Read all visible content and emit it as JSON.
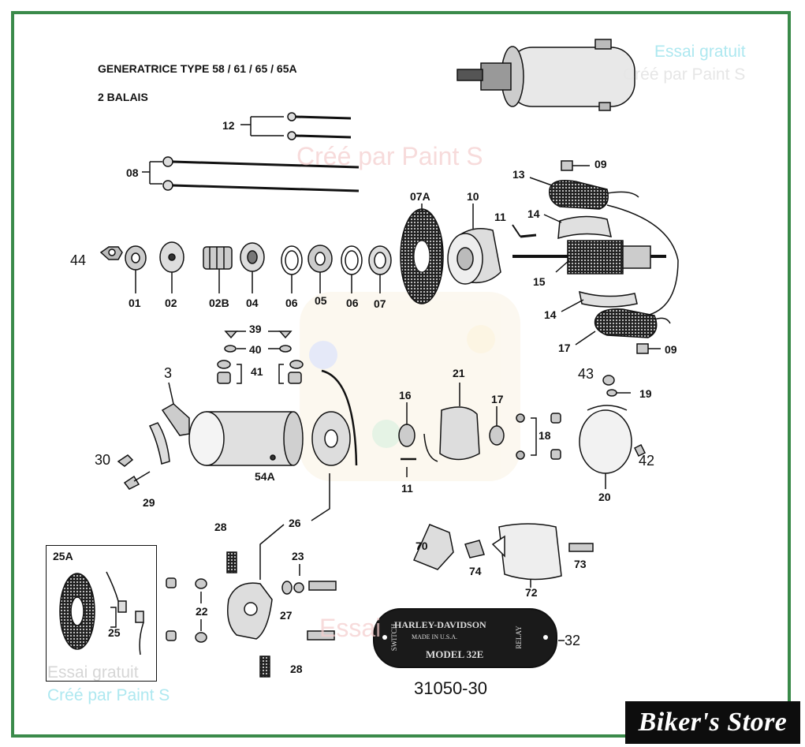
{
  "title": "GENERATRICE TYPE 58 / 61 / 65 / 65A",
  "subtitle": "2 BALAIS",
  "watermarks": {
    "essai": "Essai gratuit",
    "cree": "Créé par Paint S",
    "essai_short": "Essai"
  },
  "inset_label": "25A",
  "brand": "Biker's Store",
  "part_number": "31050-30",
  "plate": {
    "line1": "HARLEY-DAVIDSON",
    "line2": "MADE IN U.S.A.",
    "line3": "MODEL 32E",
    "left": "SWITCH",
    "right": "RELAY"
  },
  "labels": [
    "12",
    "08",
    "07A",
    "10",
    "13",
    "09",
    "11",
    "14",
    "44",
    "01",
    "02",
    "02B",
    "04",
    "06",
    "05",
    "06",
    "07",
    "15",
    "14",
    "17",
    "09",
    "39",
    "40",
    "41",
    "3",
    "54A",
    "30",
    "29",
    "16",
    "21",
    "17",
    "18",
    "43",
    "19",
    "42",
    "20",
    "11",
    "26",
    "28",
    "23",
    "27",
    "22",
    "25",
    "70",
    "74",
    "72",
    "73",
    "32",
    "28"
  ],
  "colors": {
    "frame": "#3a8a4a",
    "watermark_blue": "#aee8f0",
    "watermark_red": "#f2b8b8",
    "brand_bg": "#0d0d0d"
  }
}
